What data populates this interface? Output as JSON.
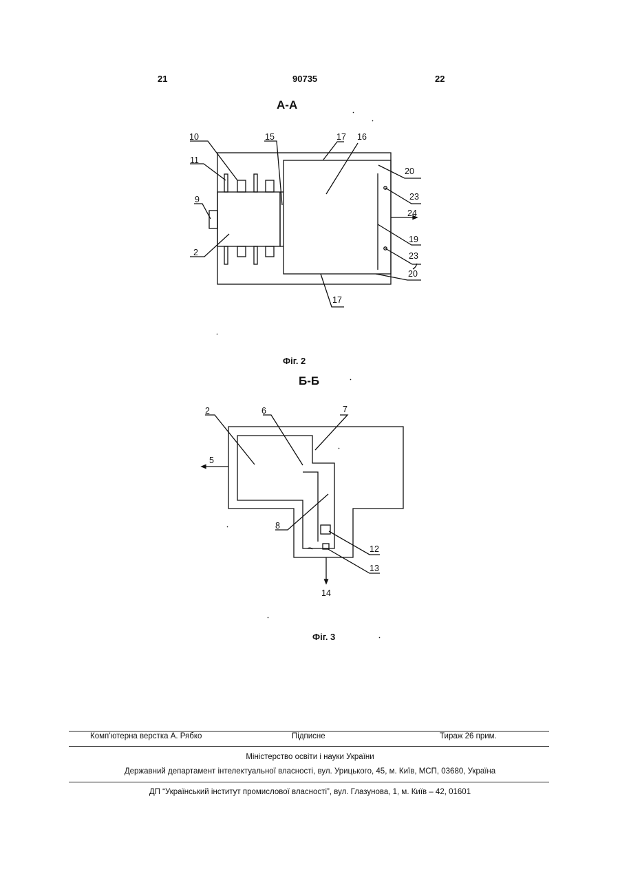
{
  "header": {
    "left_page": "21",
    "patent_no": "90735",
    "right_page": "22"
  },
  "fig2": {
    "section_title": "А-А",
    "caption": "Фіг. 2",
    "labels": [
      "10",
      "11",
      "9",
      "2",
      "15",
      "17",
      "16",
      "20",
      "23",
      "24",
      "19",
      "23",
      "20",
      "17"
    ]
  },
  "fig3": {
    "section_title": "Б-Б",
    "caption": "Фіг. 3",
    "labels": [
      "2",
      "6",
      "7",
      "5",
      "8",
      "12",
      "13",
      "14"
    ]
  },
  "footer": {
    "layout_by": "Комп’ютерна верстка А. Рябко",
    "signed": "Підписне",
    "circulation": "Тираж 26 прим.",
    "ministry": "Міністерство освіти і науки України",
    "department": "Державний департамент інтелектуальної власності, вул. Урицького, 45, м. Київ, МСП, 03680, Україна",
    "institute": "ДП “Український інститут промислової власності”, вул. Глазунова, 1, м. Київ – 42, 01601"
  }
}
